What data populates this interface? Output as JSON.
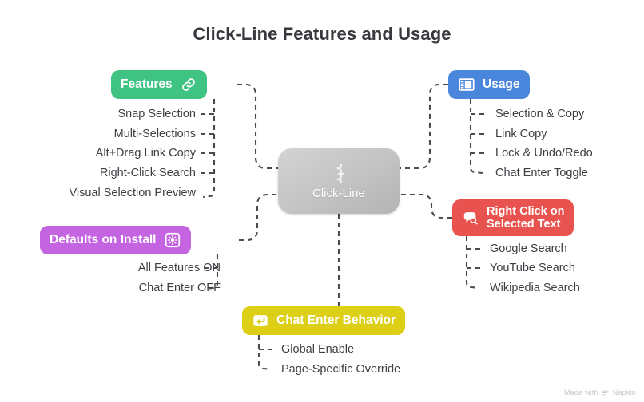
{
  "title": "Click-Line Features and Usage",
  "center": {
    "label": "Click-Line",
    "icon": "text-cursor-icon",
    "color": "#c6c6c6"
  },
  "branches": [
    {
      "id": "features",
      "label": "Features",
      "icon": "link-chain-icon",
      "icon_side": "right",
      "color": "#3fc383",
      "side": "left",
      "children": [
        "Snap Selection",
        "Multi-Selections",
        "Alt+Drag Link Copy",
        "Right-Click Search",
        "Visual Selection Preview"
      ]
    },
    {
      "id": "usage",
      "label": "Usage",
      "icon": "layout-sidebar-icon",
      "icon_side": "left",
      "color": "#4a86dc",
      "side": "right",
      "children": [
        "Selection & Copy",
        "Link Copy",
        "Lock & Undo/Redo",
        "Chat Enter Toggle"
      ]
    },
    {
      "id": "defaults",
      "label": "Defaults on Install",
      "icon": "gear-box-icon",
      "icon_side": "right",
      "color": "#c464e0",
      "side": "left",
      "children": [
        "All Features ON",
        "Chat Enter OFF"
      ]
    },
    {
      "id": "rightclick",
      "label": "Right Click on\nSelected Text",
      "label_line1": "Right Click on",
      "label_line2": "Selected Text",
      "icon": "speech-bubble-search-icon",
      "icon_side": "left",
      "color": "#e8534f",
      "side": "right",
      "children": [
        "Google Search",
        "YouTube Search",
        "Wikipedia Search"
      ]
    },
    {
      "id": "chatenter",
      "label": "Chat Enter Behavior",
      "icon": "enter-key-icon",
      "icon_side": "left",
      "color": "#dccf16",
      "side": "bottom",
      "children": [
        "Global Enable",
        "Page-Specific Override"
      ]
    }
  ],
  "watermark": {
    "text": "Made with",
    "brand": "Napkin"
  },
  "style": {
    "edge_color": "#4a4a4f",
    "background": "#ffffff",
    "text_color": "#3d3d43"
  }
}
